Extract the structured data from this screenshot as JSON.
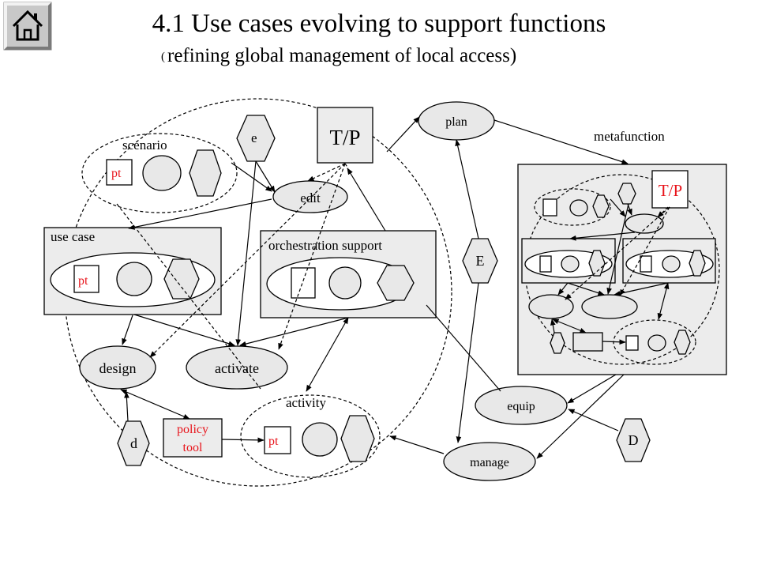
{
  "title": "4.1 Use cases evolving to support functions",
  "subtitle_paren": "(",
  "subtitle": "refining global management of local access)",
  "home_button": "home-icon",
  "labels": {
    "scenario": "scenario",
    "use_case": "use case",
    "orchestration_support": "orchestration support",
    "activity": "activity",
    "metafunction": "metafunction",
    "edit": "edit",
    "design": "design",
    "activate": "activate",
    "plan": "plan",
    "equip": "equip",
    "manage": "manage",
    "tp_main": "T/P",
    "tp_meta": "T/P",
    "e_small": "e",
    "e_big": "E",
    "d_small": "d",
    "d_big": "D",
    "pt_scenario": "pt",
    "pt_usecase": "pt",
    "pt_activity": "pt",
    "policy_line1": "policy",
    "policy_line2": "tool"
  },
  "colors": {
    "accent_red": "#e8141b",
    "shape_fill": "#e8e8e8"
  }
}
